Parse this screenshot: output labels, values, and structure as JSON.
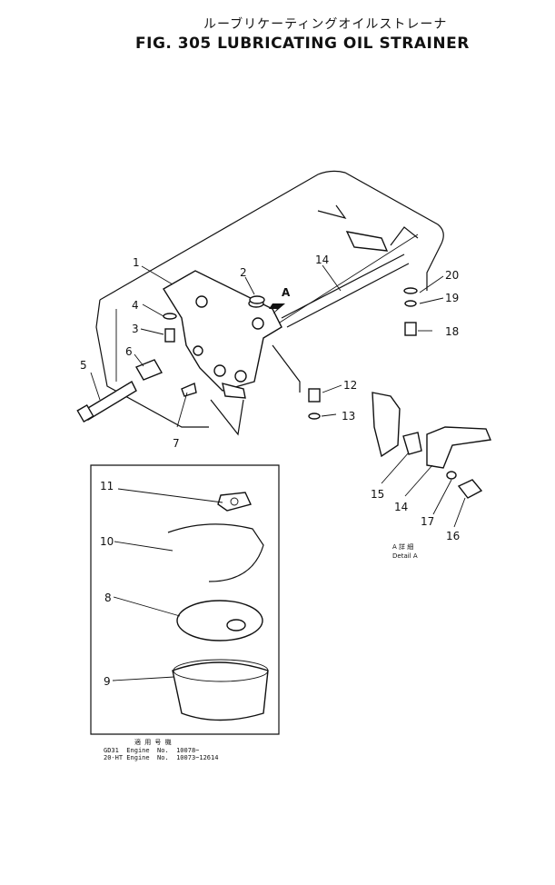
{
  "title_jp": "ルーブリケーティングオイルストレーナ",
  "title_en": "FIG. 305  LUBRICATING OIL STRAINER",
  "callouts": [
    "1",
    "2",
    "3",
    "4",
    "5",
    "6",
    "7",
    "8",
    "9",
    "10",
    "11",
    "12",
    "13",
    "14",
    "14",
    "15",
    "16",
    "17",
    "18",
    "19",
    "20"
  ],
  "arrow_label": "A",
  "detail_jp": "A 詳 細",
  "detail_en": "Detail  A",
  "applicability_header": "適 用 号 機",
  "applicability": [
    {
      "model": "GD31",
      "text": "Engine  No.  10078~"
    },
    {
      "model": "20-HT",
      "text": "Engine  No.  10073~12614"
    }
  ]
}
